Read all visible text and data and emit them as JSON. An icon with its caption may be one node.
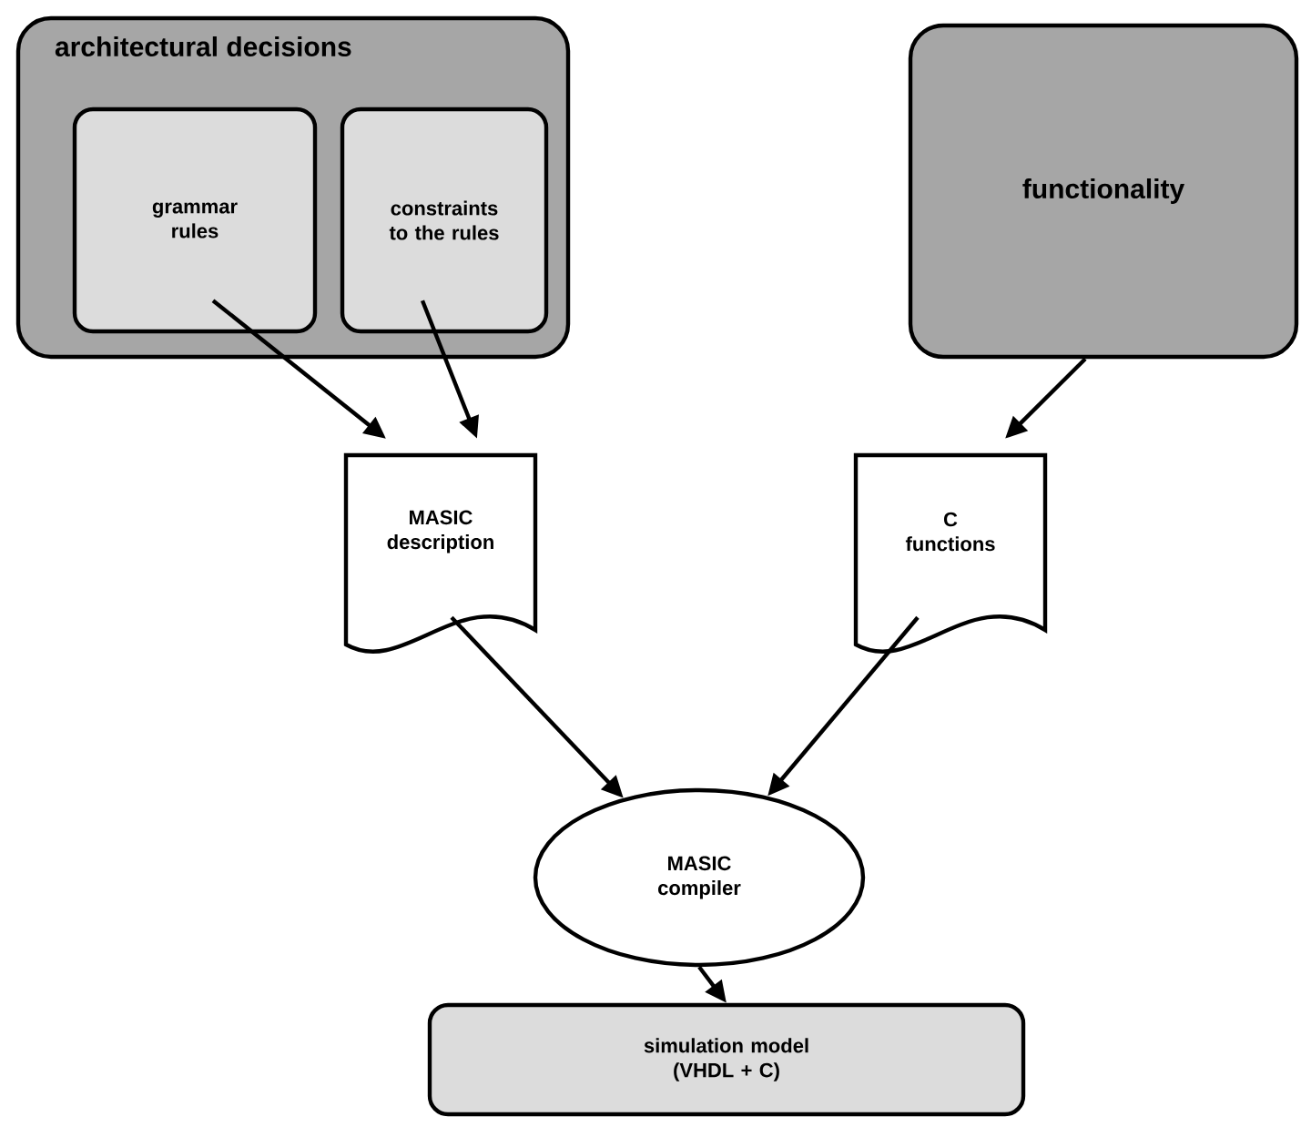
{
  "diagram": {
    "nodes": [
      {
        "text": [
          "architectural decisions"
        ]
      },
      {
        "text": [
          "grammar rules"
        ],
        "in": 0
      },
      {
        "text": [
          "constraints to the rules"
        ],
        "in": 0
      },
      {
        "text": [
          "functionality"
        ]
      },
      {
        "text": [
          "MASIC description"
        ]
      },
      {
        "text": [
          "C functions"
        ]
      },
      {
        "text": [
          "MASIC compiler"
        ]
      },
      {
        "text": [
          "simulation model (VHDL + C)"
        ]
      }
    ],
    "edges": [
      {
        "from": 1,
        "to": 4,
        "arrow": "to"
      },
      {
        "from": 2,
        "to": 4,
        "arrow": "to"
      },
      {
        "from": 3,
        "to": 5,
        "arrow": "to"
      },
      {
        "from": 4,
        "to": 6,
        "arrow": "to"
      },
      {
        "from": 5,
        "to": 6,
        "arrow": "to"
      },
      {
        "from": 6,
        "to": 7,
        "arrow": "to"
      }
    ]
  }
}
